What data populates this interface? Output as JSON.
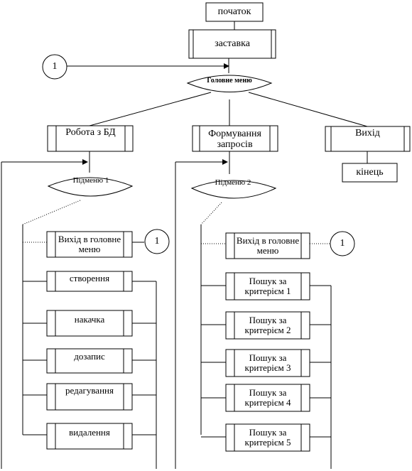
{
  "start": "початок",
  "splash": "заставка",
  "main_menu": "Головне меню",
  "db_work": "Робота з БД",
  "queries": "Формування запросів",
  "exit": "Вихід",
  "end": "кінець",
  "submenu1": "Підменю 1",
  "submenu2": "Підменю 2",
  "connector": "1",
  "db_items": {
    "back": "Вихід в головне меню",
    "create": "створення",
    "pump": "накачка",
    "append": "дозапис",
    "edit": "редагування",
    "delete": "видалення"
  },
  "query_items": {
    "back": "Вихід в головне меню",
    "c1": "Пошук за критерієм 1",
    "c2": "Пошук за критерієм 2",
    "c3": "Пошук за критерієм 3",
    "c4": "Пошук за критерієм 4",
    "c5": "Пошук за критерієм 5"
  }
}
